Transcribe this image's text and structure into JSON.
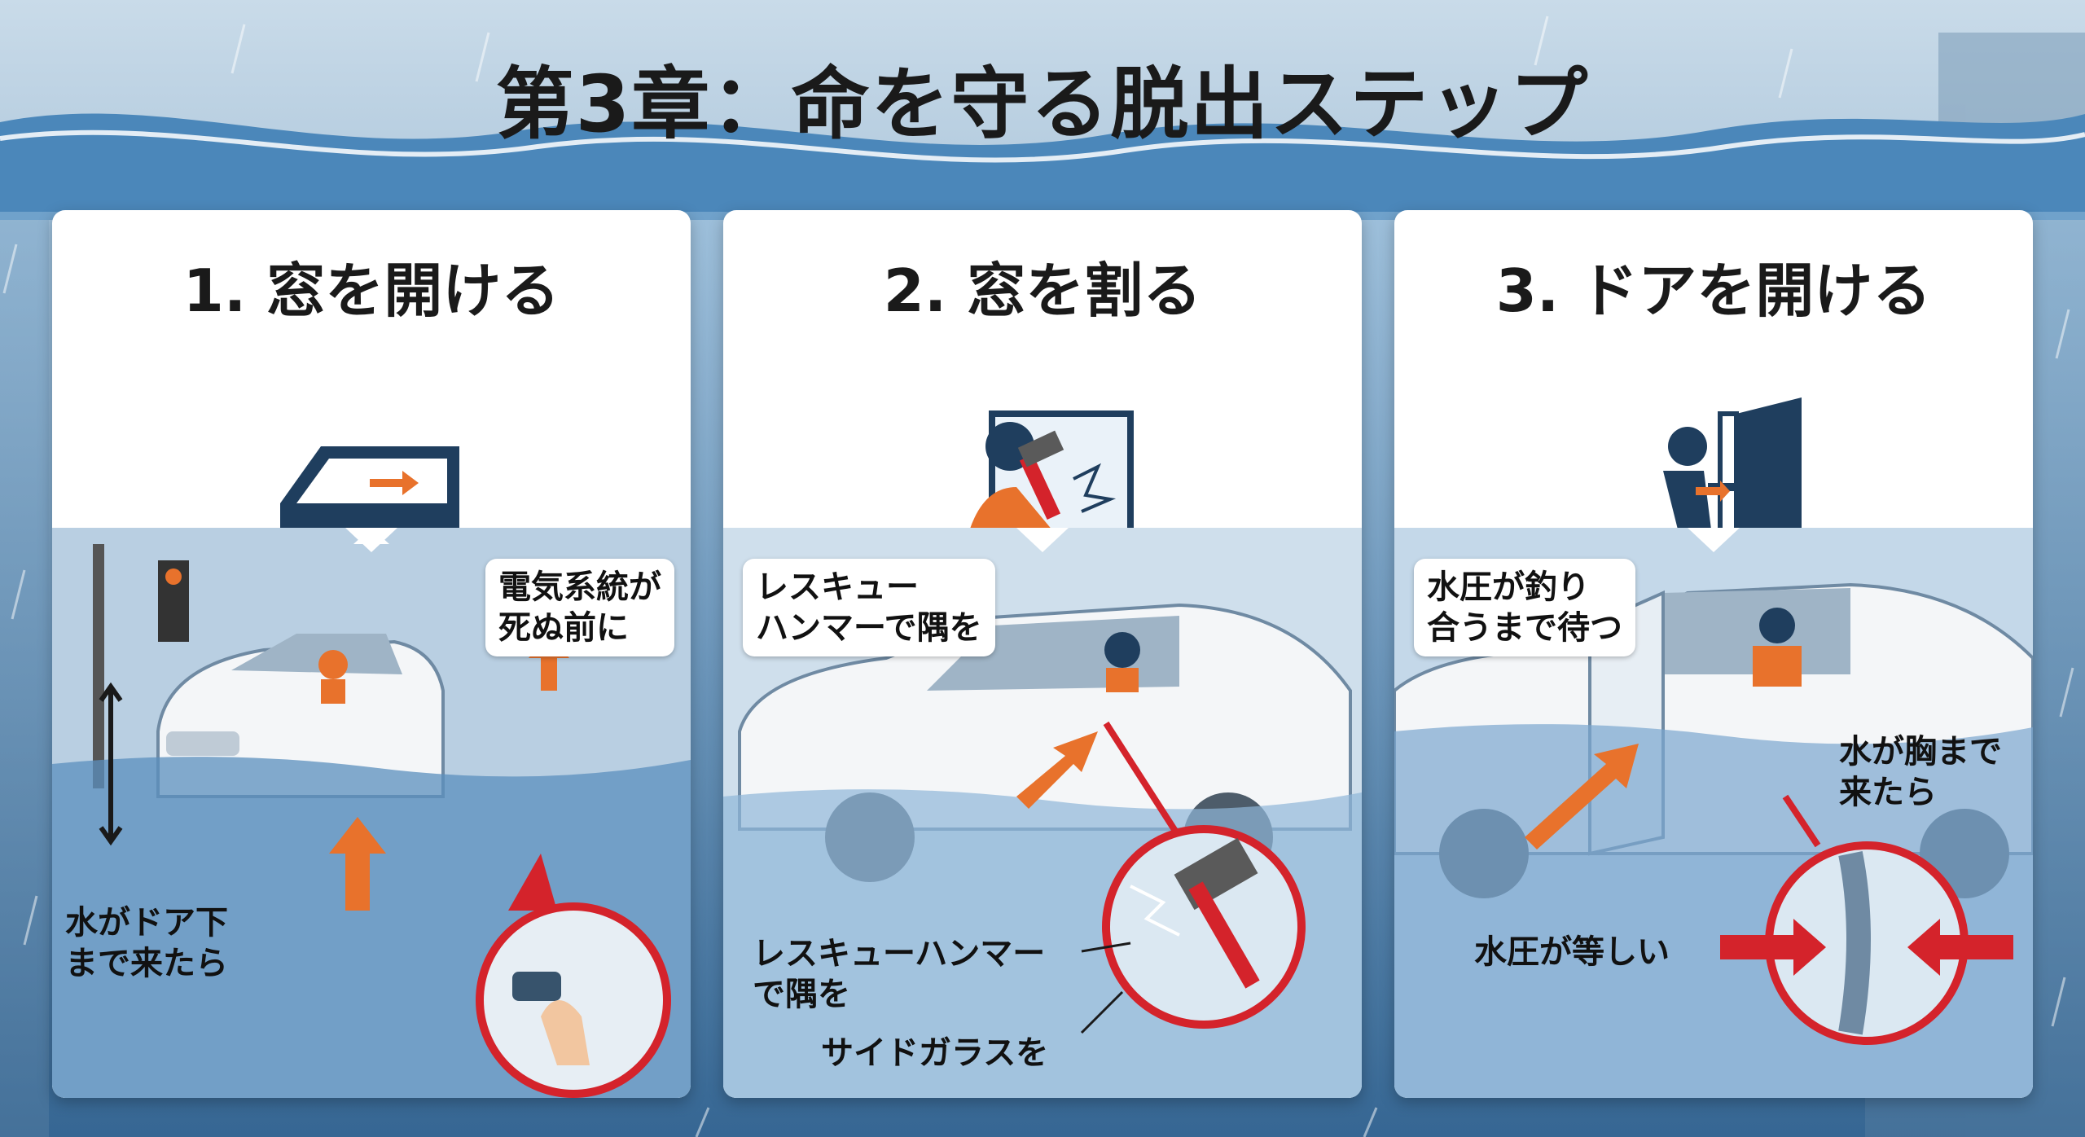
{
  "title": "第3章：命を守る脱出ステップ",
  "colors": {
    "accent_orange": "#e8722c",
    "navy": "#1f3e5e",
    "red": "#d4232b",
    "water": "#5b8fbe",
    "panel_bg": "#ffffff"
  },
  "panels": [
    {
      "title": "1. 窓を開ける",
      "icon": "car-door-window-icon",
      "labels": {
        "bubble": "電気系統が\n死ぬ前に",
        "condition": "水がドア下\nまで来たら"
      }
    },
    {
      "title": "2. 窓を割る",
      "icon": "person-breaking-glass-icon",
      "labels": {
        "bubble": "レスキュー\nハンマーで隅を",
        "annotation_1": "レスキューハンマー\nで隅を",
        "annotation_2": "サイドガラスを"
      }
    },
    {
      "title": "3. ドアを開ける",
      "icon": "person-pushing-door-icon",
      "labels": {
        "bubble": "水圧が釣り\n合うまで待つ",
        "condition": "水が胸まで\n来たら",
        "pressure": "水圧が等しい"
      }
    }
  ]
}
